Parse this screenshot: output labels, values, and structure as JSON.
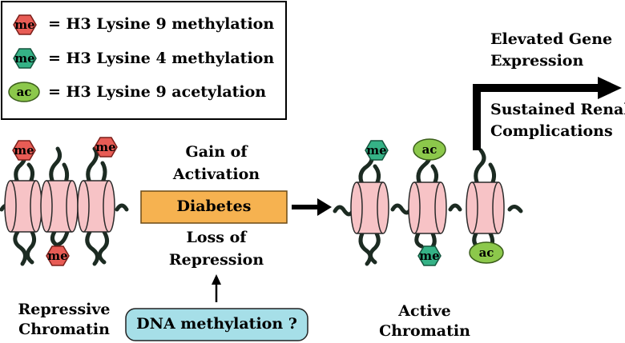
{
  "legend": {
    "items": [
      {
        "mark_label": "me",
        "shape": "hexagon",
        "color": "#e85c55",
        "text": "= H3 Lysine 9 methylation"
      },
      {
        "mark_label": "me",
        "shape": "hexagon",
        "color": "#35b286",
        "text": "= H3 Lysine 4 methylation"
      },
      {
        "mark_label": "ac",
        "shape": "ellipse",
        "color": "#8cc84b",
        "text": "= H3 Lysine 9 acetylation"
      }
    ]
  },
  "marks": {
    "me": "me",
    "ac": "ac"
  },
  "repressive": {
    "line1": "Repressive",
    "line2": "Chromatin"
  },
  "active": {
    "line1": "Active",
    "line2": "Chromatin"
  },
  "center": {
    "gain_line1": "Gain of",
    "gain_line2": "Activation",
    "box_label": "Diabetes",
    "loss_line1": "Loss of",
    "loss_line2": "Repression"
  },
  "dna": {
    "label": "DNA methylation ?"
  },
  "outcome": {
    "top_line1": "Elevated Gene",
    "top_line2": "Expression",
    "bottom_line1": "Sustained Renal",
    "bottom_line2": "Complications"
  },
  "colors": {
    "nucleosome_fill": "#f7c3c6",
    "k9me": "#e85c55",
    "k4me": "#35b286",
    "k9ac": "#8cc84b",
    "box": "#f6b250",
    "dna_box": "#a6dfe8",
    "tail": "#1c2b22"
  }
}
